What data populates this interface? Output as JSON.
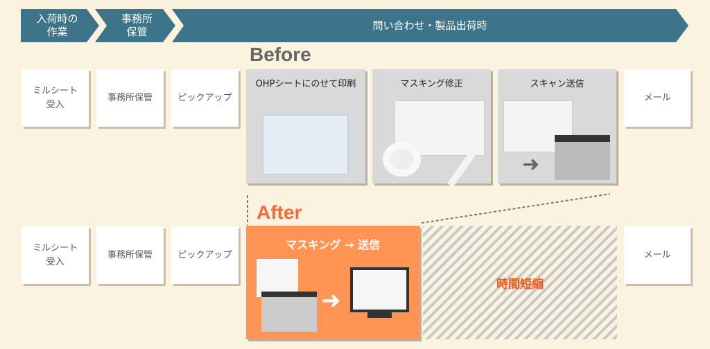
{
  "header": {
    "steps": [
      "入荷時の\n作業",
      "事務所\n保管",
      "問い合わせ・製品出荷時"
    ],
    "color": "#3d7489"
  },
  "before": {
    "label": "Before",
    "boxes": [
      "ミルシート\n受入",
      "事務所保管",
      "ピックアップ"
    ],
    "panels": [
      "OHPシートにのせて印刷",
      "マスキング修正",
      "スキャン送信"
    ],
    "mail": "メール"
  },
  "after": {
    "label": "After",
    "boxes": [
      "ミルシート\n受入",
      "事務所保管",
      "ピックアップ"
    ],
    "panel": "マスキング → 送信",
    "saved": "時間短縮",
    "mail": "メール",
    "accent": "#ff9455"
  }
}
